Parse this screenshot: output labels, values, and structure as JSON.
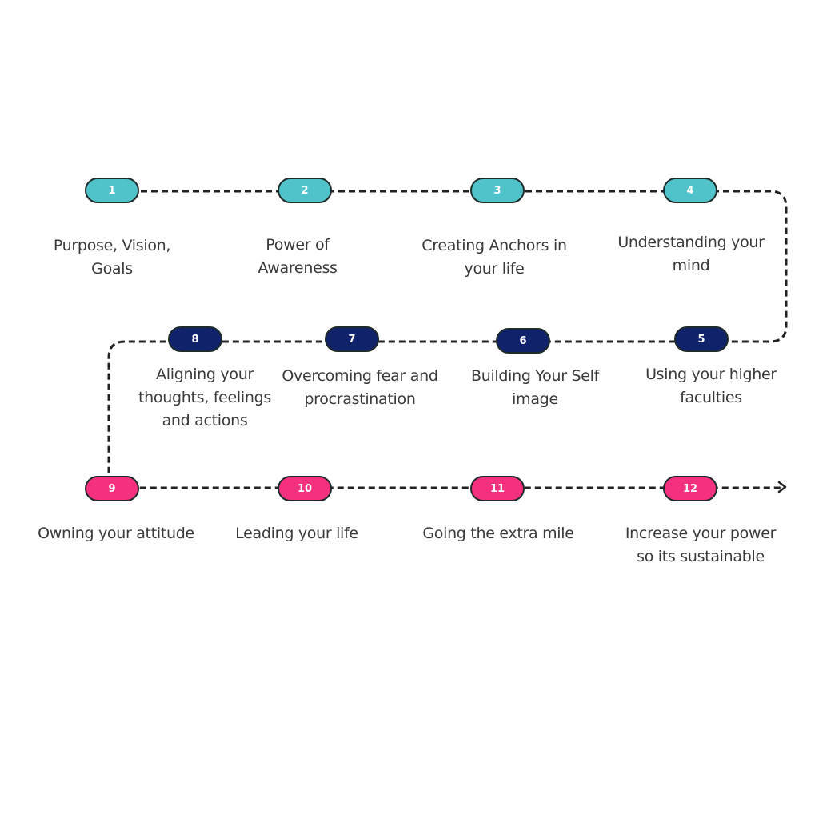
{
  "colors": {
    "row1": "#4fc3c9",
    "row2": "#10226a",
    "row3": "#f5307f",
    "outline": "#1f2a2a",
    "connector": "#222222",
    "text": "#3a3a3a"
  },
  "steps": [
    {
      "number": "1",
      "label_lines": [
        "Purpose, Vision,",
        "Goals"
      ]
    },
    {
      "number": "2",
      "label_lines": [
        "Power of",
        "Awareness"
      ]
    },
    {
      "number": "3",
      "label_lines": [
        "Creating Anchors in",
        "your life"
      ]
    },
    {
      "number": "4",
      "label_lines": [
        "Understanding your",
        "mind"
      ]
    },
    {
      "number": "5",
      "label_lines": [
        "Using your higher",
        "faculties"
      ]
    },
    {
      "number": "6",
      "label_lines": [
        "Building Your Self",
        "image"
      ]
    },
    {
      "number": "7",
      "label_lines": [
        "Overcoming fear and",
        "procrastination"
      ]
    },
    {
      "number": "8",
      "label_lines": [
        "Aligning your",
        "thoughts, feelings",
        "and actions"
      ]
    },
    {
      "number": "9",
      "label_lines": [
        "Owning your attitude"
      ]
    },
    {
      "number": "10",
      "label_lines": [
        "Leading your life"
      ]
    },
    {
      "number": "11",
      "label_lines": [
        "Going the extra mile"
      ]
    },
    {
      "number": "12",
      "label_lines": [
        "Increase your power",
        "so its sustainable"
      ]
    }
  ],
  "connector": {
    "style": "dashed",
    "end": "arrow-right-icon"
  }
}
